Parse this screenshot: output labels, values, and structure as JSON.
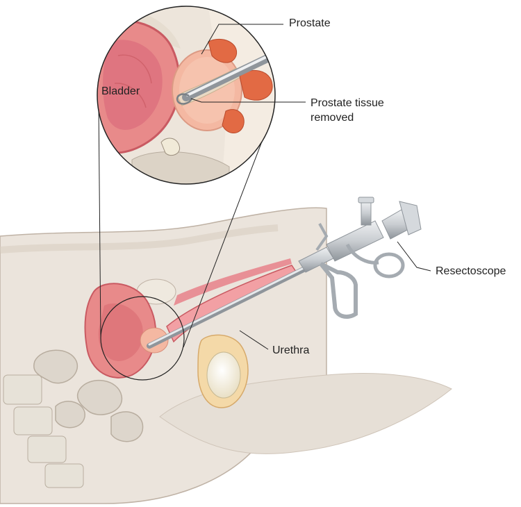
{
  "labels": {
    "prostate": "Prostate",
    "prostate_tissue_removed": [
      "Prostate tissue",
      "removed"
    ],
    "resectoscope": "Resectoscope",
    "urethra": "Urethra",
    "bladder": "Bladder"
  },
  "colors": {
    "skin": "#ebe4dc",
    "skin_outline": "#bfb2a5",
    "bladder": "#e88a8a",
    "bladder_dark": "#c95a62",
    "prostate": "#f4b8a2",
    "muscle": "#e26a44",
    "bone": "#e7e2d8",
    "instrument": "#c9cdd1",
    "instrument_dark": "#8f959b",
    "leader_line": "#222222"
  }
}
